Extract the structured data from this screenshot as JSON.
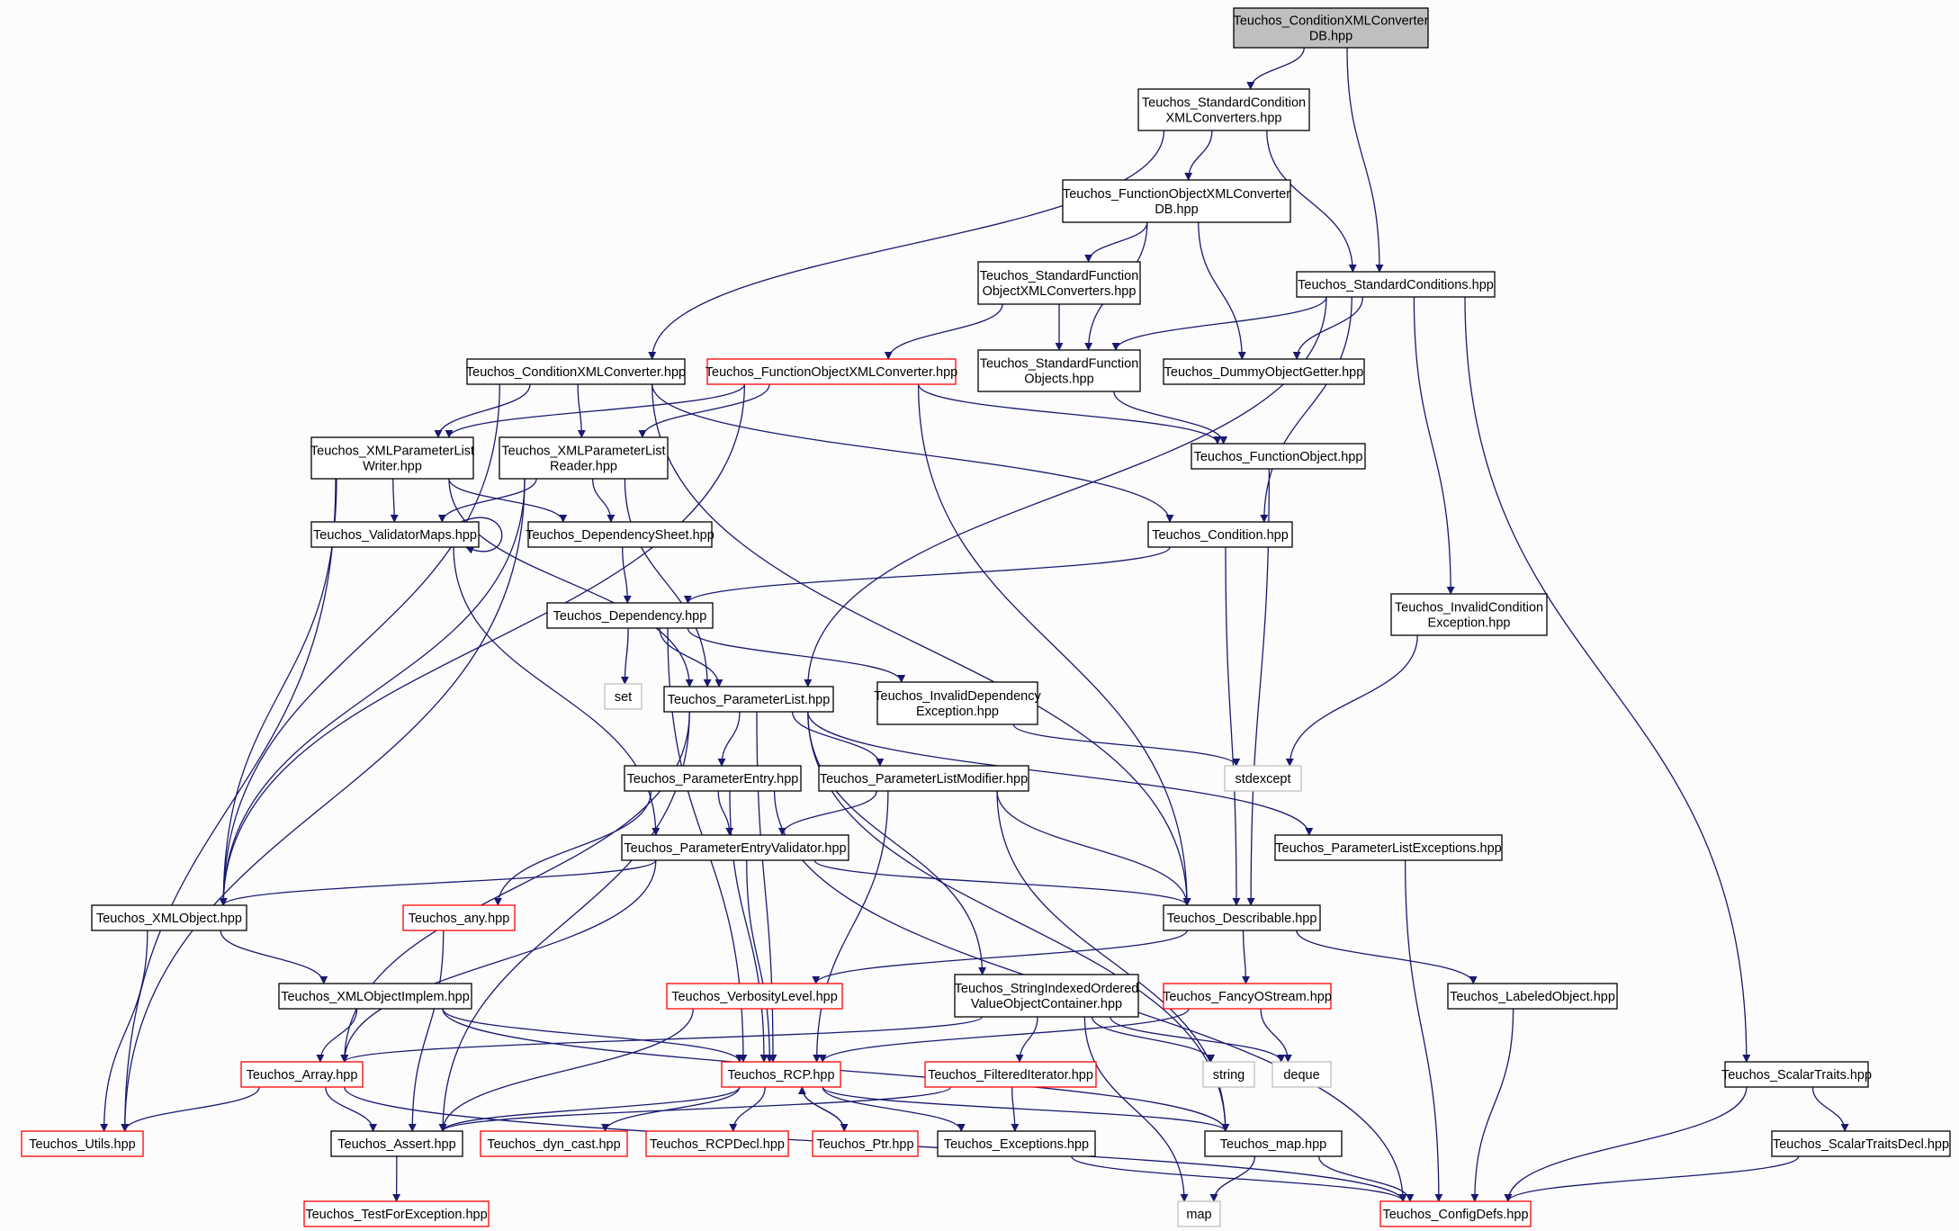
{
  "colors": {
    "edge": "#191970",
    "normal_border": "#000000",
    "red_border": "#ff0000",
    "gray_border": "#bfbfbf",
    "root_fill": "#bfbfbf",
    "background": "#fbfcfb"
  },
  "nodes": {
    "root": {
      "lines": [
        "Teuchos_ConditionXMLConverter",
        "DB.hpp"
      ],
      "style": "root"
    },
    "stdcondxml": {
      "lines": [
        "Teuchos_StandardCondition",
        "XMLConverters.hpp"
      ],
      "style": "normal"
    },
    "funcobjxmldb": {
      "lines": [
        "Teuchos_FunctionObjectXMLConverter",
        "DB.hpp"
      ],
      "style": "normal"
    },
    "stdconds": {
      "lines": [
        "Teuchos_StandardConditions.hpp"
      ],
      "style": "normal"
    },
    "stdfuncobjxml": {
      "lines": [
        "Teuchos_StandardFunction",
        "ObjectXMLConverters.hpp"
      ],
      "style": "normal"
    },
    "condxml": {
      "lines": [
        "Teuchos_ConditionXMLConverter.hpp"
      ],
      "style": "normal"
    },
    "funcobjxml": {
      "lines": [
        "Teuchos_FunctionObjectXMLConverter.hpp"
      ],
      "style": "red"
    },
    "stdfuncobjs": {
      "lines": [
        "Teuchos_StandardFunction",
        "Objects.hpp"
      ],
      "style": "normal"
    },
    "dummyobj": {
      "lines": [
        "Teuchos_DummyObjectGetter.hpp"
      ],
      "style": "normal"
    },
    "xmlplwriter": {
      "lines": [
        "Teuchos_XMLParameterList",
        "Writer.hpp"
      ],
      "style": "normal"
    },
    "xmlplreader": {
      "lines": [
        "Teuchos_XMLParameterList",
        "Reader.hpp"
      ],
      "style": "normal"
    },
    "funcobj": {
      "lines": [
        "Teuchos_FunctionObject.hpp"
      ],
      "style": "normal"
    },
    "valmaps": {
      "lines": [
        "Teuchos_ValidatorMaps.hpp"
      ],
      "style": "normal"
    },
    "depsheet": {
      "lines": [
        "Teuchos_DependencySheet.hpp"
      ],
      "style": "normal"
    },
    "condition": {
      "lines": [
        "Teuchos_Condition.hpp"
      ],
      "style": "normal"
    },
    "invcond": {
      "lines": [
        "Teuchos_InvalidCondition",
        "Exception.hpp"
      ],
      "style": "normal"
    },
    "dependency": {
      "lines": [
        "Teuchos_Dependency.hpp"
      ],
      "style": "normal"
    },
    "set": {
      "lines": [
        "set"
      ],
      "style": "gray"
    },
    "plist": {
      "lines": [
        "Teuchos_ParameterList.hpp"
      ],
      "style": "normal"
    },
    "invdep": {
      "lines": [
        "Teuchos_InvalidDependency",
        "Exception.hpp"
      ],
      "style": "normal"
    },
    "stdexcept": {
      "lines": [
        "stdexcept"
      ],
      "style": "gray"
    },
    "pentry": {
      "lines": [
        "Teuchos_ParameterEntry.hpp"
      ],
      "style": "normal"
    },
    "plmodifier": {
      "lines": [
        "Teuchos_ParameterListModifier.hpp"
      ],
      "style": "normal"
    },
    "pentryval": {
      "lines": [
        "Teuchos_ParameterEntryValidator.hpp"
      ],
      "style": "normal"
    },
    "plexc": {
      "lines": [
        "Teuchos_ParameterListExceptions.hpp"
      ],
      "style": "normal"
    },
    "xmlobj": {
      "lines": [
        "Teuchos_XMLObject.hpp"
      ],
      "style": "normal"
    },
    "any": {
      "lines": [
        "Teuchos_any.hpp"
      ],
      "style": "red"
    },
    "describable": {
      "lines": [
        "Teuchos_Describable.hpp"
      ],
      "style": "normal"
    },
    "xmlobjimpl": {
      "lines": [
        "Teuchos_XMLObjectImplem.hpp"
      ],
      "style": "normal"
    },
    "verbosity": {
      "lines": [
        "Teuchos_VerbosityLevel.hpp"
      ],
      "style": "red"
    },
    "sivoc": {
      "lines": [
        "Teuchos_StringIndexedOrdered",
        "ValueObjectContainer.hpp"
      ],
      "style": "normal"
    },
    "fancyostream": {
      "lines": [
        "Teuchos_FancyOStream.hpp"
      ],
      "style": "red"
    },
    "labeledobj": {
      "lines": [
        "Teuchos_LabeledObject.hpp"
      ],
      "style": "normal"
    },
    "array": {
      "lines": [
        "Teuchos_Array.hpp"
      ],
      "style": "red"
    },
    "rcp": {
      "lines": [
        "Teuchos_RCP.hpp"
      ],
      "style": "red"
    },
    "filterediter": {
      "lines": [
        "Teuchos_FilteredIterator.hpp"
      ],
      "style": "red"
    },
    "string": {
      "lines": [
        "string"
      ],
      "style": "gray"
    },
    "deque": {
      "lines": [
        "deque"
      ],
      "style": "gray"
    },
    "scalartraits": {
      "lines": [
        "Teuchos_ScalarTraits.hpp"
      ],
      "style": "normal"
    },
    "utils": {
      "lines": [
        "Teuchos_Utils.hpp"
      ],
      "style": "red"
    },
    "assert": {
      "lines": [
        "Teuchos_Assert.hpp"
      ],
      "style": "normal"
    },
    "dyncast": {
      "lines": [
        "Teuchos_dyn_cast.hpp"
      ],
      "style": "red"
    },
    "rcpdecl": {
      "lines": [
        "Teuchos_RCPDecl.hpp"
      ],
      "style": "red"
    },
    "ptr": {
      "lines": [
        "Teuchos_Ptr.hpp"
      ],
      "style": "red"
    },
    "exceptions": {
      "lines": [
        "Teuchos_Exceptions.hpp"
      ],
      "style": "normal"
    },
    "map_hpp": {
      "lines": [
        "Teuchos_map.hpp"
      ],
      "style": "normal"
    },
    "scalartraitsdecl": {
      "lines": [
        "Teuchos_ScalarTraitsDecl.hpp"
      ],
      "style": "normal"
    },
    "testforexc": {
      "lines": [
        "Teuchos_TestForException.hpp"
      ],
      "style": "red"
    },
    "map": {
      "lines": [
        "map"
      ],
      "style": "gray"
    },
    "configdefs": {
      "lines": [
        "Teuchos_ConfigDefs.hpp"
      ],
      "style": "red"
    }
  },
  "edges": [
    [
      "root",
      "stdcondxml"
    ],
    [
      "root",
      "stdconds"
    ],
    [
      "stdcondxml",
      "funcobjxmldb"
    ],
    [
      "stdcondxml",
      "stdconds"
    ],
    [
      "stdcondxml",
      "condxml"
    ],
    [
      "funcobjxmldb",
      "stdfuncobjxml"
    ],
    [
      "funcobjxmldb",
      "stdfuncobjs"
    ],
    [
      "funcobjxmldb",
      "dummyobj"
    ],
    [
      "stdconds",
      "stdfuncobjs"
    ],
    [
      "stdconds",
      "dummyobj"
    ],
    [
      "stdconds",
      "condition"
    ],
    [
      "stdconds",
      "plist"
    ],
    [
      "stdconds",
      "invcond"
    ],
    [
      "stdconds",
      "scalartraits"
    ],
    [
      "stdfuncobjxml",
      "funcobjxml"
    ],
    [
      "stdfuncobjxml",
      "stdfuncobjs"
    ],
    [
      "stdfuncobjs",
      "funcobj"
    ],
    [
      "condxml",
      "xmlplwriter"
    ],
    [
      "condxml",
      "xmlplreader"
    ],
    [
      "condxml",
      "condition"
    ],
    [
      "condxml",
      "xmlobj"
    ],
    [
      "condxml",
      "describable"
    ],
    [
      "funcobjxml",
      "xmlplwriter"
    ],
    [
      "funcobjxml",
      "xmlplreader"
    ],
    [
      "funcobjxml",
      "funcobj"
    ],
    [
      "funcobjxml",
      "xmlobj"
    ],
    [
      "funcobjxml",
      "describable"
    ],
    [
      "funcobj",
      "describable"
    ],
    [
      "xmlplwriter",
      "valmaps"
    ],
    [
      "xmlplwriter",
      "depsheet"
    ],
    [
      "xmlplwriter",
      "xmlobj"
    ],
    [
      "xmlplwriter",
      "utils"
    ],
    [
      "xmlplwriter",
      "plist"
    ],
    [
      "xmlplreader",
      "valmaps"
    ],
    [
      "xmlplreader",
      "depsheet"
    ],
    [
      "xmlplreader",
      "xmlobj"
    ],
    [
      "xmlplreader",
      "utils"
    ],
    [
      "xmlplreader",
      "plist"
    ],
    [
      "valmaps",
      "valmaps"
    ],
    [
      "valmaps",
      "pentryval"
    ],
    [
      "depsheet",
      "dependency"
    ],
    [
      "condition",
      "dependency"
    ],
    [
      "condition",
      "describable"
    ],
    [
      "invcond",
      "stdexcept"
    ],
    [
      "dependency",
      "set"
    ],
    [
      "dependency",
      "plist"
    ],
    [
      "dependency",
      "invdep"
    ],
    [
      "dependency",
      "rcp"
    ],
    [
      "invdep",
      "stdexcept"
    ],
    [
      "plist",
      "pentry"
    ],
    [
      "plist",
      "plmodifier"
    ],
    [
      "plist",
      "plexc"
    ],
    [
      "plist",
      "sivoc"
    ],
    [
      "plist",
      "array"
    ],
    [
      "plist",
      "assert"
    ],
    [
      "plist",
      "rcp"
    ],
    [
      "plist",
      "map_hpp"
    ],
    [
      "pentry",
      "pentryval"
    ],
    [
      "pentry",
      "any"
    ],
    [
      "pentry",
      "rcp"
    ],
    [
      "pentry",
      "configdefs"
    ],
    [
      "plmodifier",
      "pentryval"
    ],
    [
      "plmodifier",
      "describable"
    ],
    [
      "plmodifier",
      "rcp"
    ],
    [
      "plmodifier",
      "map_hpp"
    ],
    [
      "pentryval",
      "xmlobj"
    ],
    [
      "pentryval",
      "describable"
    ],
    [
      "pentryval",
      "rcp"
    ],
    [
      "pentryval",
      "array"
    ],
    [
      "plexc",
      "configdefs"
    ],
    [
      "xmlobj",
      "xmlobjimpl"
    ],
    [
      "xmlobj",
      "utils"
    ],
    [
      "any",
      "assert"
    ],
    [
      "describable",
      "verbosity"
    ],
    [
      "describable",
      "fancyostream"
    ],
    [
      "describable",
      "labeledobj"
    ],
    [
      "xmlobjimpl",
      "array"
    ],
    [
      "xmlobjimpl",
      "rcp"
    ],
    [
      "xmlobjimpl",
      "map_hpp"
    ],
    [
      "verbosity",
      "assert"
    ],
    [
      "sivoc",
      "array"
    ],
    [
      "sivoc",
      "filterediter"
    ],
    [
      "sivoc",
      "string"
    ],
    [
      "sivoc",
      "deque"
    ],
    [
      "sivoc",
      "map"
    ],
    [
      "fancyostream",
      "rcp"
    ],
    [
      "fancyostream",
      "deque"
    ],
    [
      "labeledobj",
      "configdefs"
    ],
    [
      "array",
      "utils"
    ],
    [
      "array",
      "assert"
    ],
    [
      "array",
      "configdefs"
    ],
    [
      "rcp",
      "assert"
    ],
    [
      "rcp",
      "dyncast"
    ],
    [
      "rcp",
      "rcpdecl"
    ],
    [
      "rcp",
      "ptr"
    ],
    [
      "rcp",
      "exceptions"
    ],
    [
      "rcp",
      "map_hpp"
    ],
    [
      "filterediter",
      "assert"
    ],
    [
      "filterediter",
      "exceptions"
    ],
    [
      "ptr",
      "rcp"
    ],
    [
      "scalartraits",
      "scalartraitsdecl"
    ],
    [
      "scalartraits",
      "configdefs"
    ],
    [
      "assert",
      "testforexc"
    ],
    [
      "exceptions",
      "configdefs"
    ],
    [
      "map_hpp",
      "map"
    ],
    [
      "map_hpp",
      "configdefs"
    ],
    [
      "scalartraitsdecl",
      "configdefs"
    ]
  ]
}
